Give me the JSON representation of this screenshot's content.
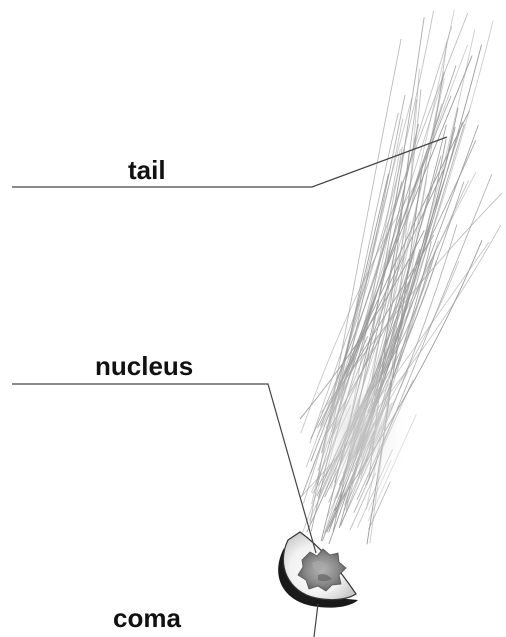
{
  "labels": {
    "tail": "tail",
    "nucleus": "nucleus",
    "coma": "coma"
  },
  "colors": {
    "leader_line": "#444444",
    "tail_streak": "#9a9a9a",
    "coma_outline": "#1a1a1a",
    "nucleus": "#7a7a7a",
    "label_text": "#111111"
  }
}
